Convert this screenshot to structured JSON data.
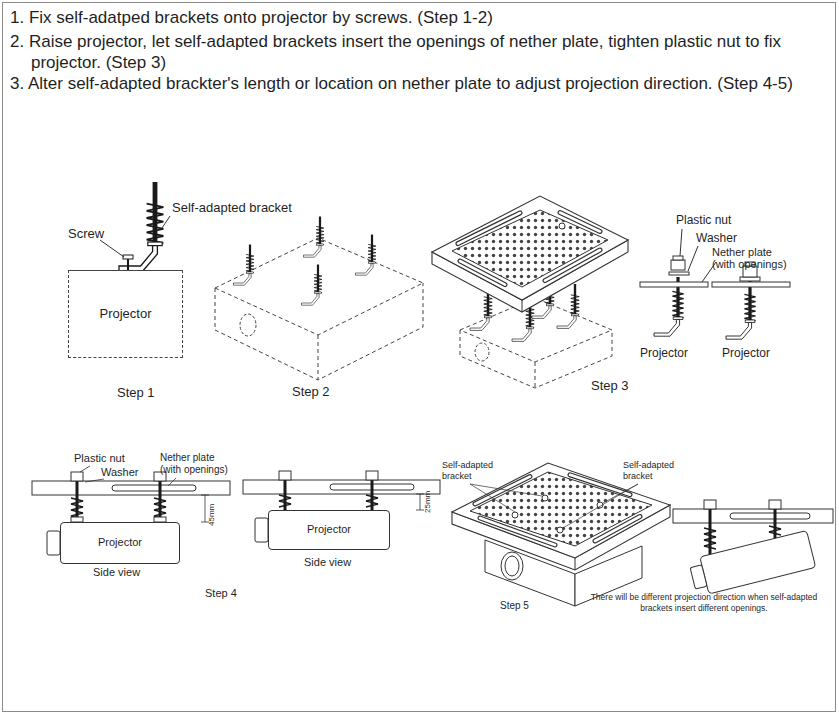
{
  "diagram": {
    "nodes": [
      {
        "text": [
          "Projector"
        ]
      },
      {
        "text": [
          "Projector"
        ]
      },
      {
        "text": [
          "Projector"
        ]
      }
    ],
    "labels": [
      "1. Fix self-adatped brackets onto projector by screws. (Step 1-2)",
      "2. Raise projector, let self-adapted brackets insert the openings of nether plate, tighten plastic nut to fix projector. (Step 3)",
      "3. Alter self-adapted brackter's length or location on nether plate to adjust projection direction. (Step 4-5)",
      "Self-adapted bracket",
      "Screw",
      "Step 1",
      "Step 2",
      "Plastic nut",
      "Washer",
      "Nether plate (with openings)",
      "Projector",
      "Projector",
      "Step 3",
      "Plastic nut",
      "Washer",
      "Nether plate (with openings)",
      "45mm",
      "Side view",
      "25mm",
      "Side view",
      "Step 4",
      "Self-adapted bracket",
      "Self-adapted bracket",
      "Step 5",
      "There will be different projection direction when self-adapted brackets insert different openings."
    ]
  }
}
